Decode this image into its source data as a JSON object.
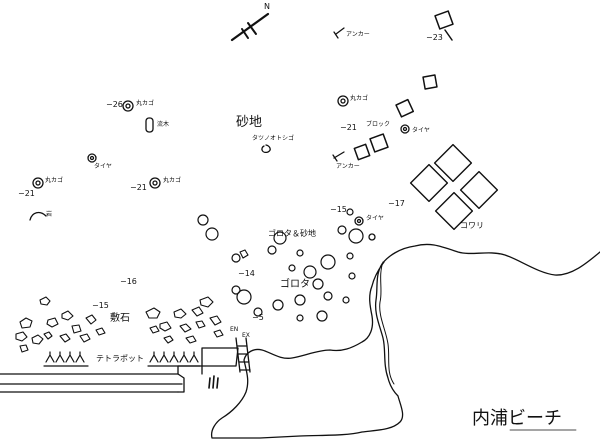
{
  "title": "内浦ビーチ",
  "compass": {
    "north_letter": "N"
  },
  "labels": {
    "anchor_top": "アンカー",
    "anchor_mid": "アンカー",
    "box_nw": "丸カゴ",
    "box_w": "丸カゴ",
    "box_center": "丸カゴ",
    "box_ne": "丸カゴ",
    "driftwood": "流木",
    "sand_top": "砂地",
    "seahorse": "タツノオトシゴ",
    "tire_w": "タイヤ",
    "rock": "岩",
    "block": "ブロック",
    "tire_ne": "タイヤ",
    "tire_e": "タイヤ",
    "gorota_sand": "ゴロタ＆砂地",
    "gorota": "ゴロタ",
    "kowari": "コワリ",
    "shikiishi": "敷石",
    "tetrapod": "テトラポット",
    "entry": "EN",
    "exit": "EX"
  },
  "depths": {
    "d23": "−23",
    "d26": "−26",
    "d21_w": "−21",
    "d21_c": "−21",
    "d21_ne": "−21",
    "d15_c": "−15",
    "d17": "−17",
    "d14": "−14",
    "d16": "−16",
    "d15_w": "−15",
    "d5": "−5"
  }
}
